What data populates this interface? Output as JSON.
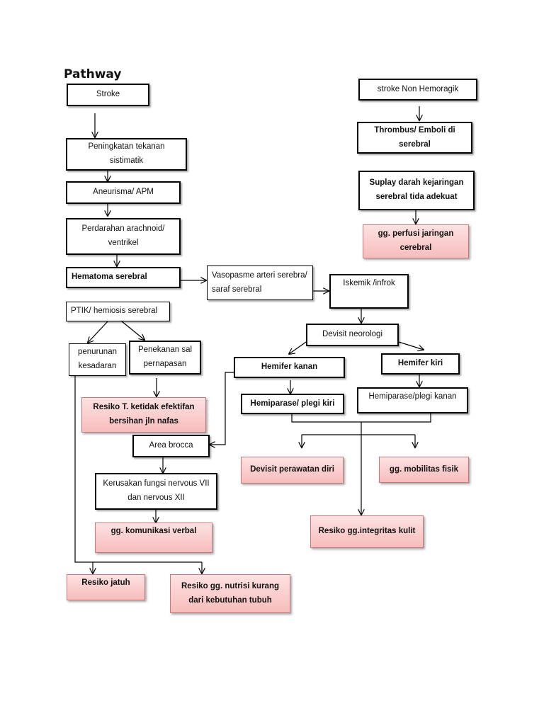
{
  "title": "Pathway",
  "nodes": {
    "stroke": "Stroke",
    "peningkatan": "Peningkatan tekanan sistimatik",
    "aneurisma": "Aneurisma/ APM",
    "perdarahan": "Perdarahan arachnoid/ ventrikel",
    "hematoma": "Hematoma serebral",
    "ptik": "PTIK/ hemiosis serebral",
    "penurunan": "penurunan kesadaran",
    "penekanan": "Penekanan sal pernapasan",
    "vasopasme": "Vasopasme arteri serebra/ saraf serebral",
    "iskemik": "Iskemik /infrok",
    "devisit_neuro": "Devisit neorologi",
    "hemifer_kanan": "Hemifer kanan",
    "hemifer_kiri": "Hemifer kiri",
    "hemiparase_kiri": "Hemiparase/ plegi kiri",
    "hemiparase_kanan": "Hemiparase/plegi kanan",
    "area_brocca": "Area brocca",
    "kerusakan": "Kerusakan fungsi nervous VII dan nervous XII",
    "stroke_nh": "stroke Non Hemoragik",
    "thrombus": "Thrombus/ Emboli di serebral",
    "suplay": "Suplay darah kejaringan serebral tida adekuat"
  },
  "diagnoses": {
    "perfusi": "gg. perfusi jaringan cerebral",
    "resiko_nafas": "Resiko T. ketidak efektifan bersihan jln nafas",
    "perawatan_diri": "Devisit perawatan diri",
    "mobilitas": "gg. mobilitas fisik",
    "komunikasi": "gg. komunikasi verbal",
    "integritas": "Resiko gg.integritas kulit",
    "jatuh": "Resiko jatuh",
    "nutrisi": "Resiko gg. nutrisi kurang dari kebutuhan tubuh"
  },
  "colors": {
    "diagnosis_fill": "#f7bcbc",
    "diagnosis_border": "#c87878",
    "line": "#000000"
  }
}
